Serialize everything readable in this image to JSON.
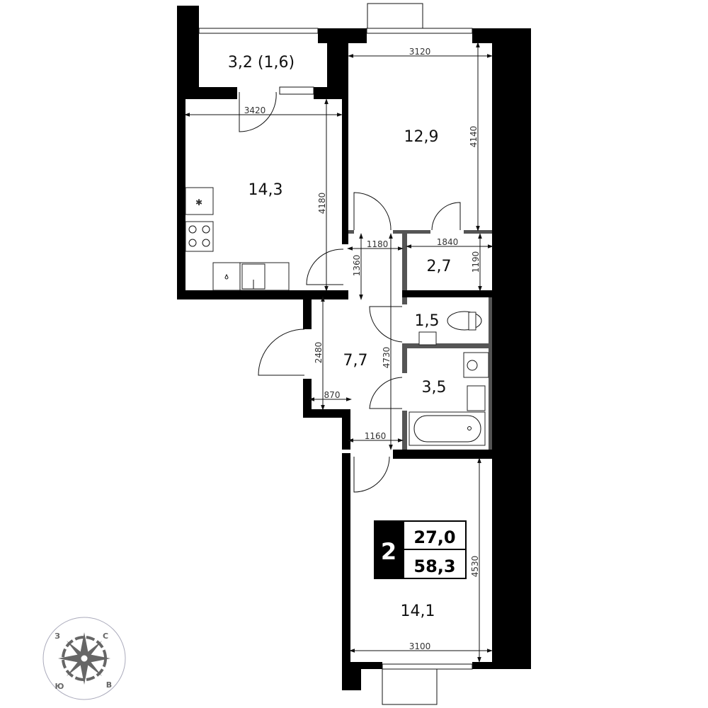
{
  "rooms": {
    "balcony": "3,2 (1,6)",
    "kitchen": "14,3",
    "bedroom_top": "12,9",
    "storage": "2,7",
    "wc": "1,5",
    "hall": "7,7",
    "bathroom": "3,5",
    "bedroom_bottom": "14,1"
  },
  "dimensions": {
    "kitchen_width": "3420",
    "kitchen_length": "4180",
    "bedroom_top_width": "3120",
    "bedroom_top_length": "4140",
    "passage_width": "1180",
    "passage_length": "1360",
    "storage_width": "1840",
    "storage_length": "1190",
    "hall_length": "2480",
    "hall_width": "870",
    "corridor_length": "4730",
    "corridor_width": "1160",
    "bedroom_bottom_length": "4530",
    "bedroom_bottom_width": "3100"
  },
  "summary": {
    "rooms_count": "2",
    "living_area": "27,0",
    "total_area": "58,3"
  },
  "compass": {
    "north": "С",
    "west": "З",
    "south": "Ю",
    "east": "В"
  },
  "colors": {
    "wall": "#000000",
    "inner_wall": "#555555",
    "compass": "#666666"
  }
}
